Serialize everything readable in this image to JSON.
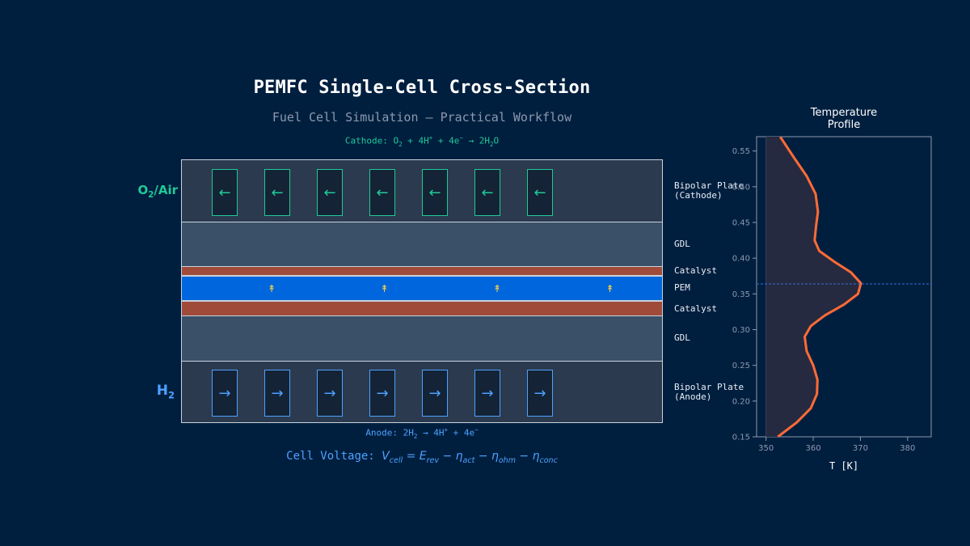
{
  "title": "PEMFC Single-Cell Cross-Section",
  "subtitle": "Fuel Cell Simulation — Practical Workflow",
  "cathode_equation": {
    "a": "Cathode: O",
    "b": "2",
    "c": " + 4H",
    "d": "+",
    "e": " + 4e",
    "f": "−",
    "g": " → 2H",
    "h": "2",
    "i": "O"
  },
  "anode_equation": {
    "a": "Anode: 2H",
    "b": "2",
    "c": " → 4H",
    "d": "+",
    "e": " + 4e",
    "f": "−"
  },
  "voltage": {
    "label": "Cell Voltage: ",
    "v": "V",
    "v_sub": "cell",
    "eq": " = ",
    "erev": "E",
    "erev_sub": "rev",
    "m1": " − ",
    "act": "η",
    "act_sub": "act",
    "m2": " − ",
    "ohm": "η",
    "ohm_sub": "ohm",
    "m3": " − ",
    "conc": "η",
    "conc_sub": "conc"
  },
  "gas_inlets": {
    "cathode": {
      "main": "O",
      "sub": "2",
      "rest": "/Air"
    },
    "anode": {
      "main": "H",
      "sub": "2"
    }
  },
  "layers": {
    "bp_cathode": {
      "line1": "Bipolar Plate",
      "line2": "(Cathode)"
    },
    "gdl_cathode": "GDL",
    "cat_cathode": "Catalyst",
    "pem": "PEM",
    "cat_anode": "Catalyst",
    "gdl_anode": "GDL",
    "bp_anode": {
      "line1": "Bipolar Plate",
      "line2": "(Anode)"
    }
  },
  "flow": {
    "cathode_arrow": "←",
    "anode_arrow": "→",
    "proton_glyph": "↟",
    "channels": 7,
    "protons": 4
  },
  "colors": {
    "background": "#001f3f",
    "cathode": "#20c997",
    "anode": "#4ea1ff",
    "pem": "#0066dd",
    "catalyst": "#a04b3a",
    "gdl": "#3a5068",
    "bipolar": "#2b3a4f",
    "temperature": "#ff6b35",
    "proton": "#ffd43b"
  },
  "chart_data": {
    "type": "line",
    "title": "Temperature Profile",
    "xlabel": "T [K]",
    "ylabel": "",
    "xlim": [
      348,
      385
    ],
    "ylim": [
      0.15,
      0.57
    ],
    "xticks": [
      350,
      360,
      370,
      380
    ],
    "yticks": [
      0.15,
      0.2,
      0.25,
      0.3,
      0.35,
      0.4,
      0.45,
      0.5,
      0.55
    ],
    "baseline_x": 350,
    "reference_y": 0.364,
    "series": [
      {
        "x": [
          352.5,
          356.5,
          359.5,
          360.8,
          360.9,
          360.0,
          358.6,
          358.2,
          359.5,
          362.5,
          366.5,
          369.5,
          370.1,
          368.0,
          364.5,
          361.3,
          360.3,
          360.6,
          361.0,
          360.5,
          358.6,
          356.0,
          353.0
        ],
        "y": [
          0.15,
          0.17,
          0.19,
          0.21,
          0.23,
          0.25,
          0.27,
          0.29,
          0.305,
          0.32,
          0.335,
          0.35,
          0.365,
          0.38,
          0.395,
          0.41,
          0.425,
          0.445,
          0.465,
          0.49,
          0.515,
          0.54,
          0.57
        ]
      }
    ]
  }
}
